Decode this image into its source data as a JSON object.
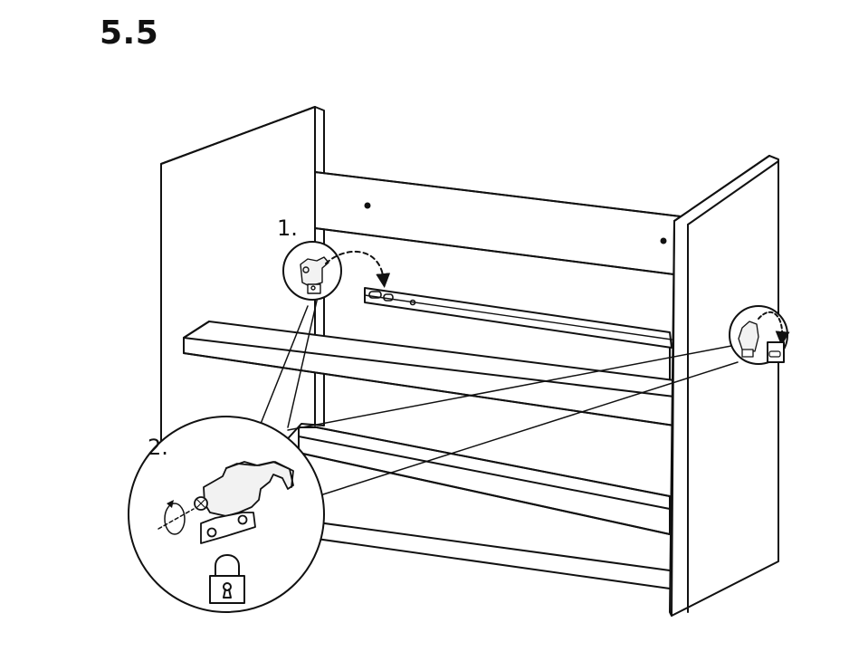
{
  "step": {
    "number": "5.5"
  },
  "callouts": {
    "first": "1.",
    "second": "2."
  },
  "icons": {
    "lock": "lock-icon",
    "rotate": "rotate-arrow-icon"
  },
  "colors": {
    "line": "#111111",
    "background": "#ffffff",
    "hardware_fill": "#f2f2f2",
    "hardware_dark": "#333333"
  }
}
